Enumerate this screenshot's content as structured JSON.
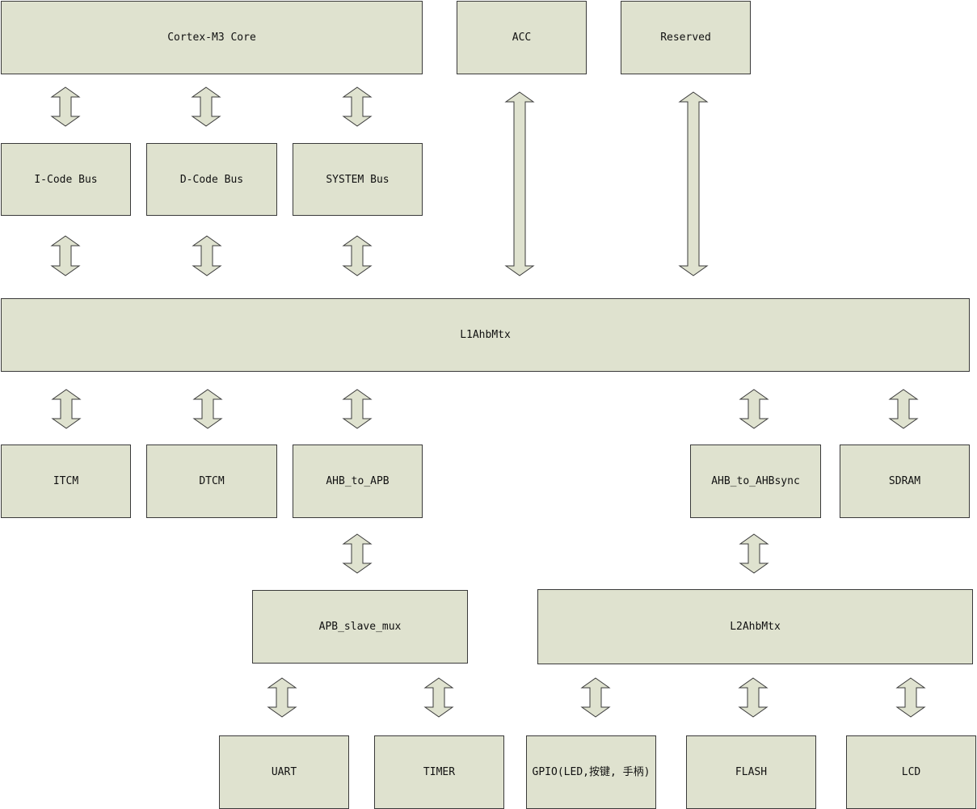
{
  "blocks": {
    "cortex_m3_core": "Cortex-M3 Core",
    "acc": "ACC",
    "reserved": "Reserved",
    "icode_bus": "I-Code Bus",
    "dcode_bus": "D-Code Bus",
    "system_bus": "SYSTEM Bus",
    "l1ahbmtx": "L1AhbMtx",
    "itcm": "ITCM",
    "dtcm": "DTCM",
    "ahb_to_apb": "AHB_to_APB",
    "ahb_to_ahbsync": "AHB_to_AHBsync",
    "sdram": "SDRAM",
    "apb_slave_mux": "APB_slave_mux",
    "l2ahbmtx": "L2AhbMtx",
    "uart": "UART",
    "timer": "TIMER",
    "gpio": "GPIO(LED,按键, 手柄)",
    "flash": "FLASH",
    "lcd": "LCD"
  },
  "colors": {
    "block_fill": "#dfe2cf",
    "block_border": "#3a3a3a"
  }
}
